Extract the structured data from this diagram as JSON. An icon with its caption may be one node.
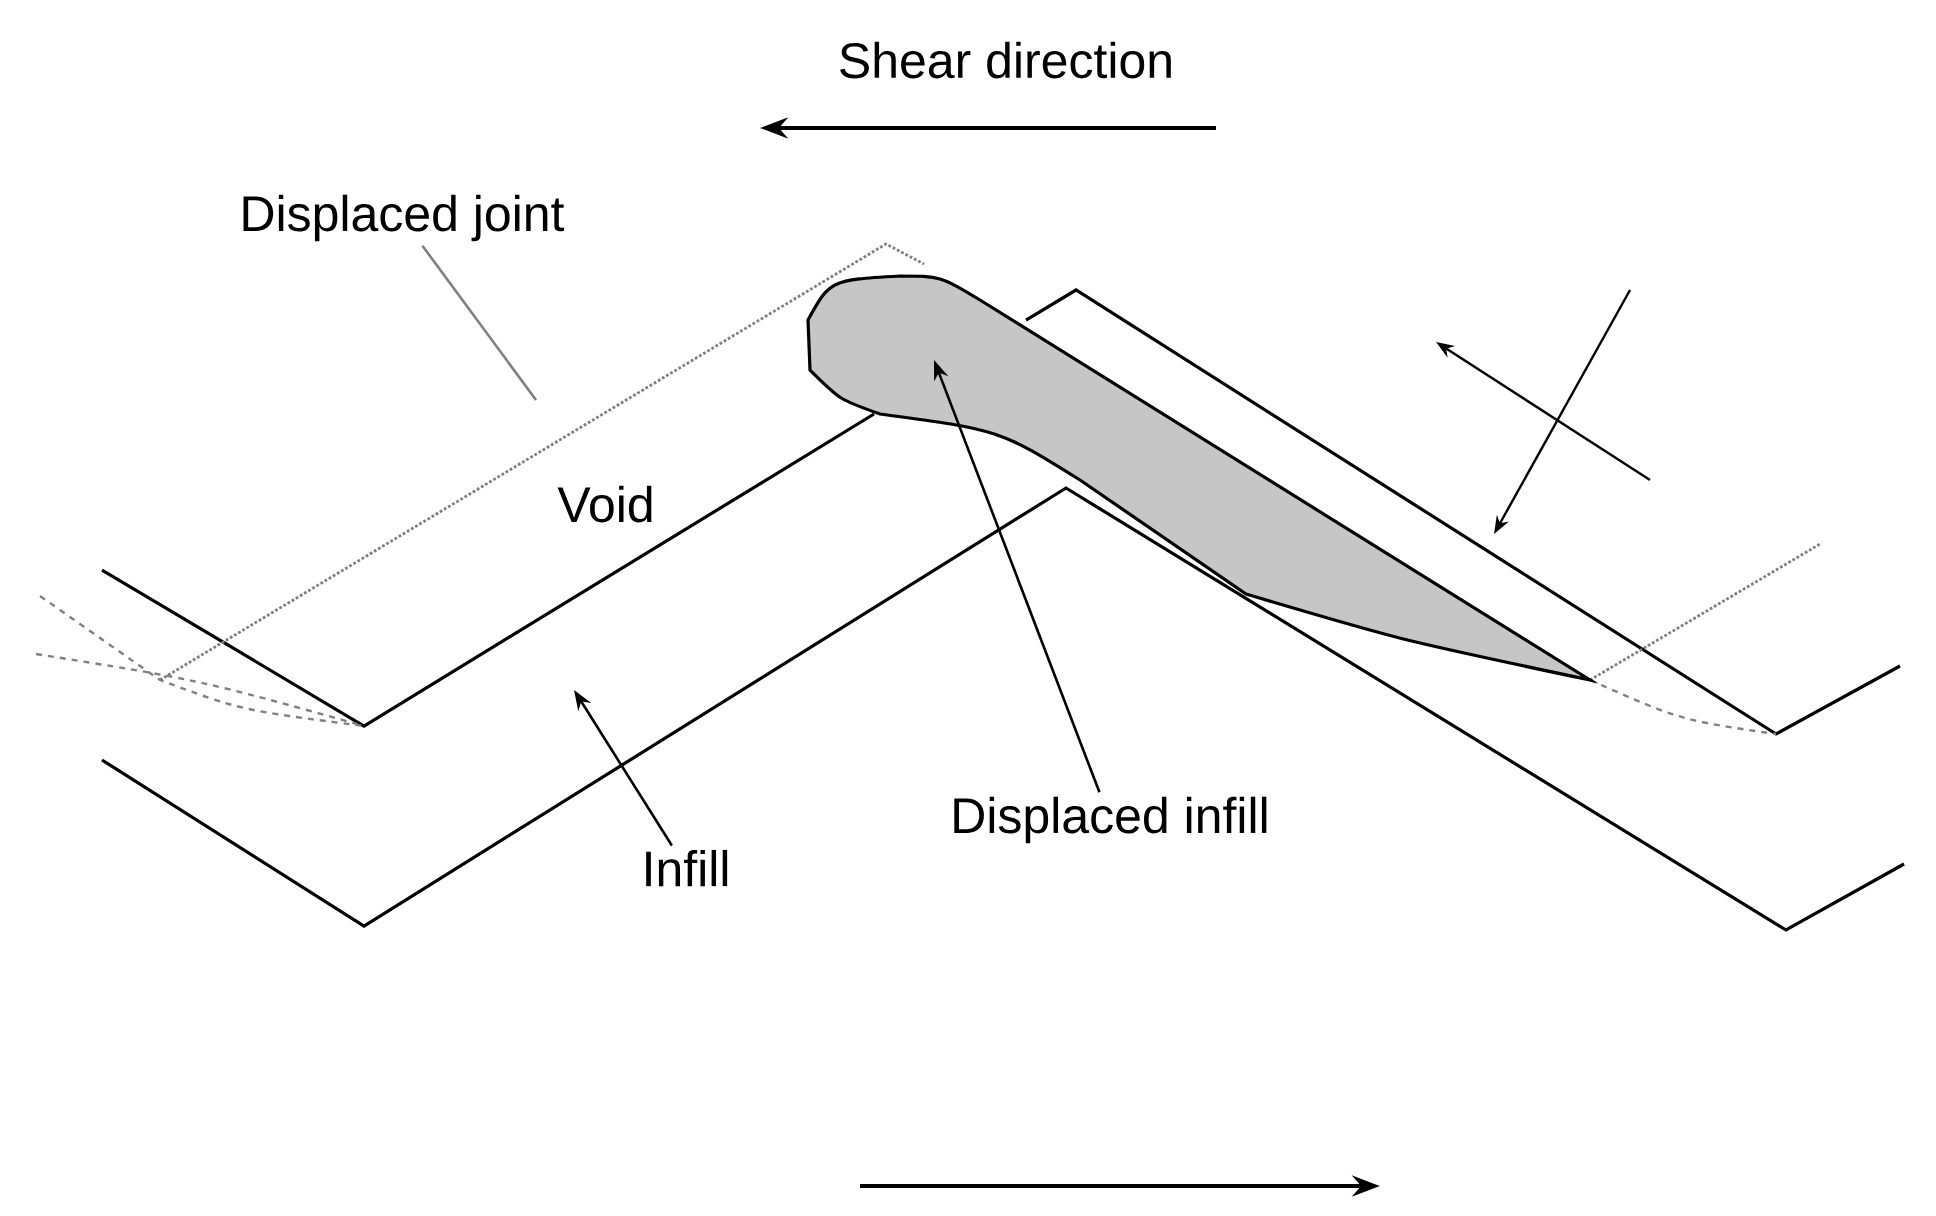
{
  "diagram": {
    "nodes": [
      {
        "text": [
          "Displaced joint"
        ]
      },
      {
        "text": [
          "Infill"
        ]
      },
      {
        "text": [
          "Displaced infill"
        ]
      },
      {
        "text": [],
        "shape": "wedge"
      }
    ],
    "edges": [
      {
        "from": 0,
        "to": null,
        "arrow": "none",
        "color": "#808080"
      },
      {
        "from": 1,
        "to": null,
        "arrow": "to"
      },
      {
        "from": 2,
        "to": 3,
        "arrow": "to"
      }
    ],
    "labels": [
      "Shear direction",
      "Void"
    ]
  }
}
